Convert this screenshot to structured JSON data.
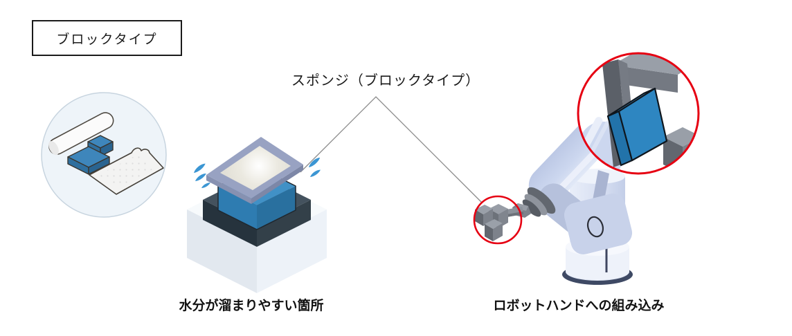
{
  "header": {
    "title": "ブロックタイプ"
  },
  "callout": {
    "label": "スポンジ（ブロックタイプ）"
  },
  "captions": {
    "moisture_spot": "水分が溜まりやすい箇所",
    "robot_hand": "ロボットハンドへの組み込み"
  },
  "icons": {
    "roller_sponge": "roller-sponge-icon",
    "block_sponge": "block-sponge-icon",
    "sheet_sponge": "sheet-sponge-icon",
    "splash": "splash-icon",
    "robot_arm": "robot-arm-icon",
    "gripper": "gripper-icon",
    "gripper_callout": "gripper-callout-circle",
    "magnified_view": "magnified-view-circle"
  },
  "colors": {
    "sponge_blue": "#3a82b5",
    "sponge_blue_bright": "#2e86c1",
    "accent_red": "#e60012",
    "slate_dark": "#44525e",
    "pedestal_light": "#edf2f8",
    "robot_body": "#ccd7ef",
    "gripper_gray": "#999fa8",
    "splash_blue": "#3c96d3",
    "leader_line_gray": "#8a8a8a",
    "circle_fill": "#eef4f9",
    "text_black": "#1a1a1a"
  }
}
